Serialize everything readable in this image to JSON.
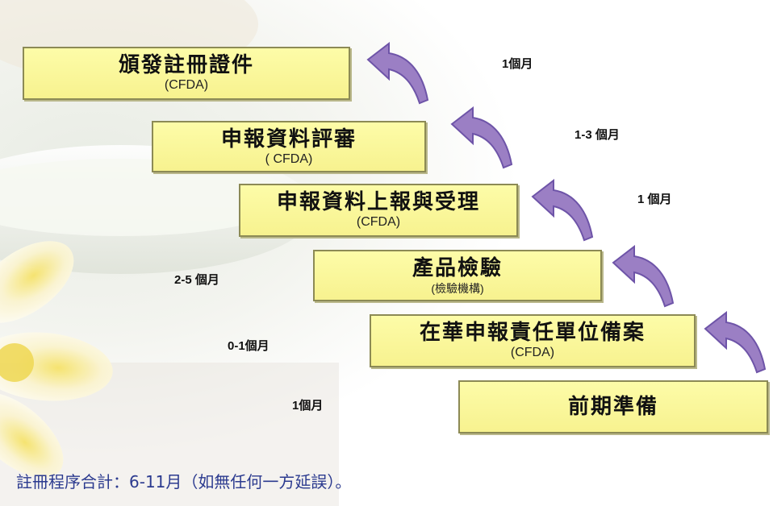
{
  "colors": {
    "step_fill": "#fbf79d",
    "step_border": "#8c8a55",
    "arrow_fill": "#9b7fc4",
    "total_text": "#2b3a8f"
  },
  "steps": [
    {
      "title": "頒發註冊證件",
      "sub": "(CFDA)"
    },
    {
      "title": "申報資料評審",
      "sub": "( CFDA)"
    },
    {
      "title": "申報資料上報與受理",
      "sub": "(CFDA)"
    },
    {
      "title": "產品檢驗",
      "sub": "(檢驗機構)"
    },
    {
      "title": "在華申報責任單位備案",
      "sub": "(CFDA)"
    },
    {
      "title": "前期準備",
      "sub": ""
    }
  ],
  "durations": [
    "1個月",
    "1-3 個月",
    "1 個月",
    "2-5 個月",
    "0-1個月",
    "1個月"
  ],
  "total": "註冊程序合計：6-11月（如無任何一方延誤）。"
}
